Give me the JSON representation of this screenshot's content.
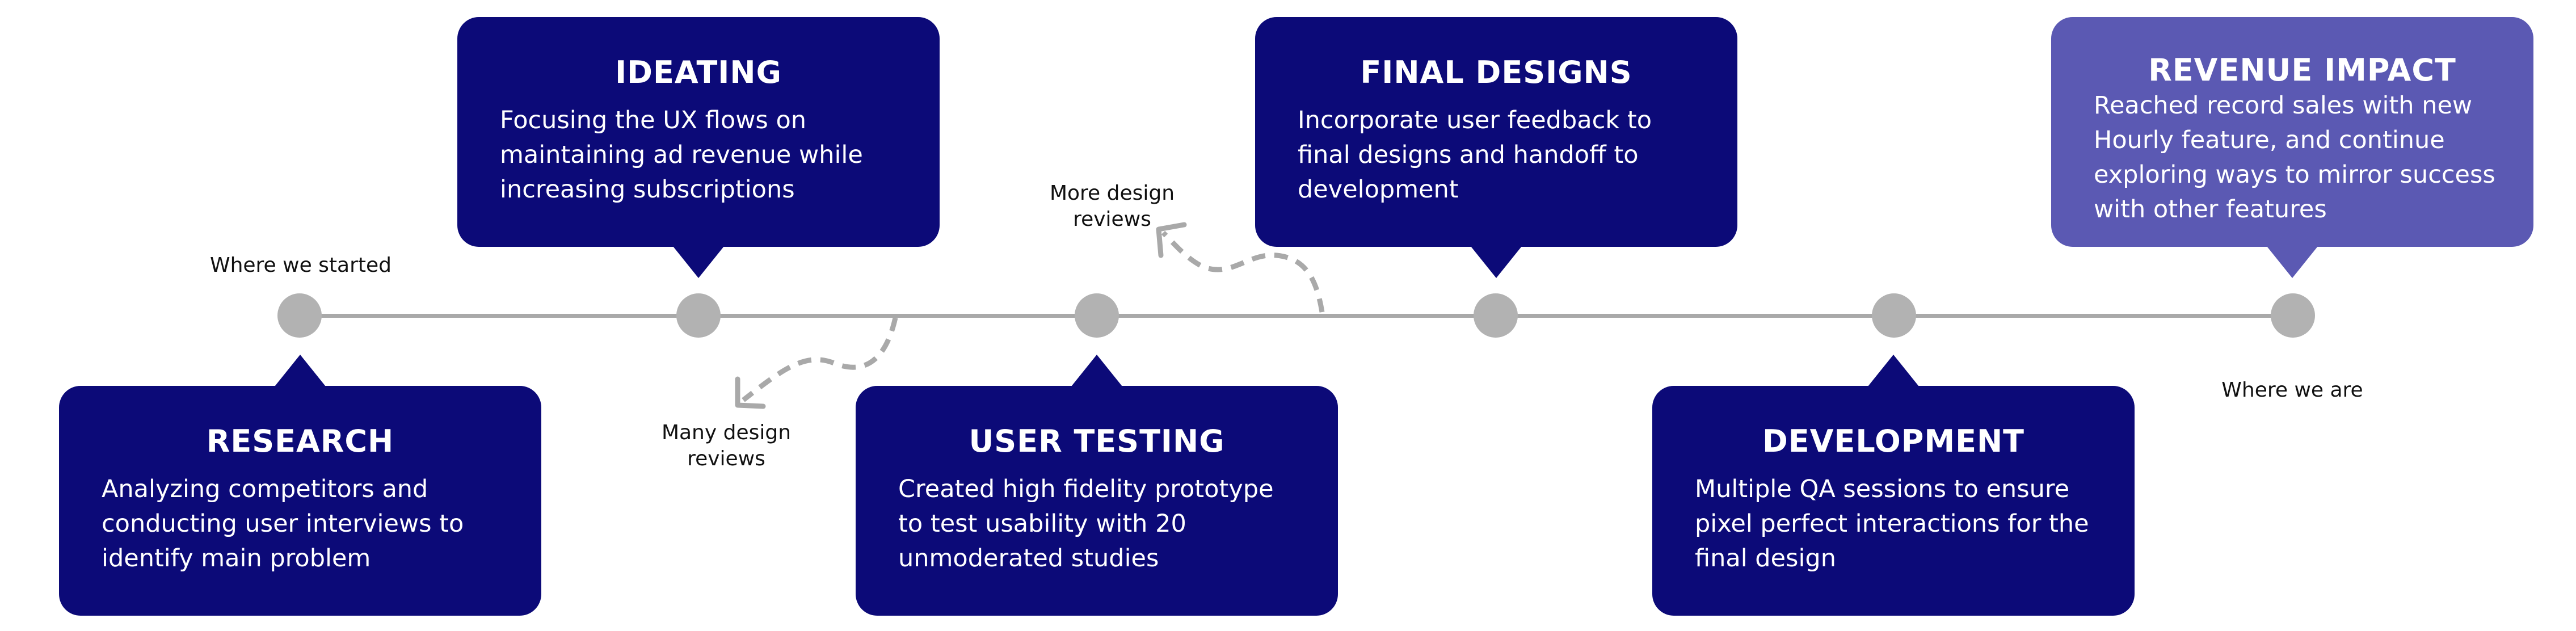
{
  "colors": {
    "card_dark": "#0c0a78",
    "card_light": "#5b59b3",
    "timeline": "#a9a9a9",
    "dot": "#b2b2b2",
    "text_on_card": "#ffffff",
    "label_text": "#111111"
  },
  "milestones": [
    {
      "id": "research",
      "title": "RESEARCH",
      "body": "Analyzing competitors and conducting user interviews to identify main problem",
      "position": "below"
    },
    {
      "id": "ideating",
      "title": "IDEATING",
      "body": "Focusing the UX flows on maintaining ad revenue while increasing subscriptions",
      "position": "above"
    },
    {
      "id": "user-testing",
      "title": "USER TESTING",
      "body": "Created high fidelity prototype to test usability with 20 unmoderated studies",
      "position": "below"
    },
    {
      "id": "final-designs",
      "title": "FINAL DESIGNS",
      "body": "Incorporate user feedback to final designs and handoff to development",
      "position": "above"
    },
    {
      "id": "development",
      "title": "DEVELOPMENT",
      "body": "Multiple QA sessions to ensure pixel perfect interactions for the final design",
      "position": "below"
    },
    {
      "id": "revenue-impact",
      "title": "REVENUE IMPACT",
      "body": "Reached record sales with new Hourly feature, and continue exploring ways to mirror success with other features",
      "position": "above",
      "highlight": true
    }
  ],
  "annotations": {
    "start": "Where we started",
    "end": "Where we are",
    "many_reviews": "Many design reviews",
    "more_reviews": "More design reviews"
  },
  "icons": {
    "many_reviews_arrow": "dashed-curved-arrow",
    "more_reviews_arrow": "dashed-curved-arrow"
  }
}
